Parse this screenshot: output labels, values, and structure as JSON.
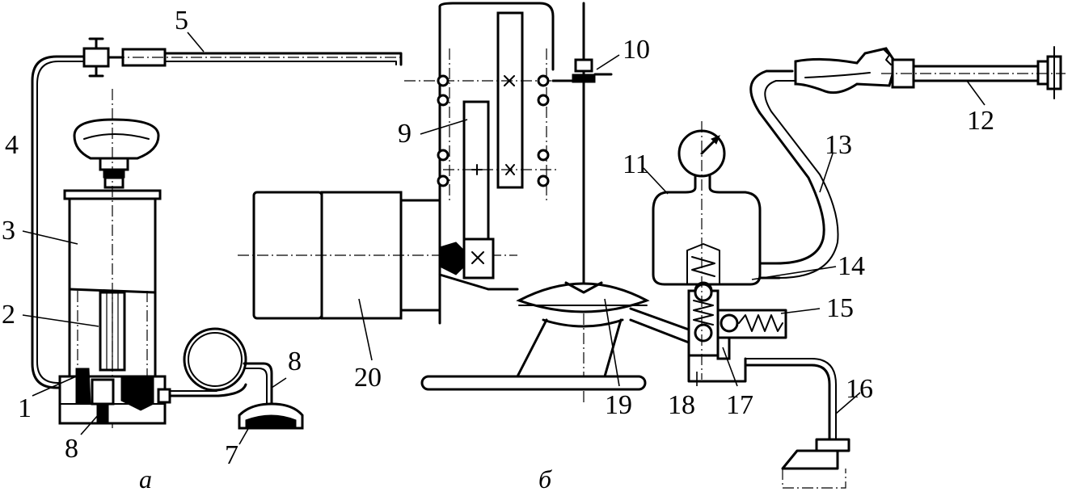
{
  "diagram": {
    "part_a": {
      "caption": "а",
      "callouts": [
        "1",
        "2",
        "3",
        "4",
        "5",
        "7",
        "8",
        "8"
      ]
    },
    "part_b": {
      "caption": "б",
      "callouts": [
        "9",
        "10",
        "11",
        "12",
        "13",
        "14",
        "15",
        "16",
        "17",
        "18",
        "19",
        "20"
      ]
    }
  }
}
